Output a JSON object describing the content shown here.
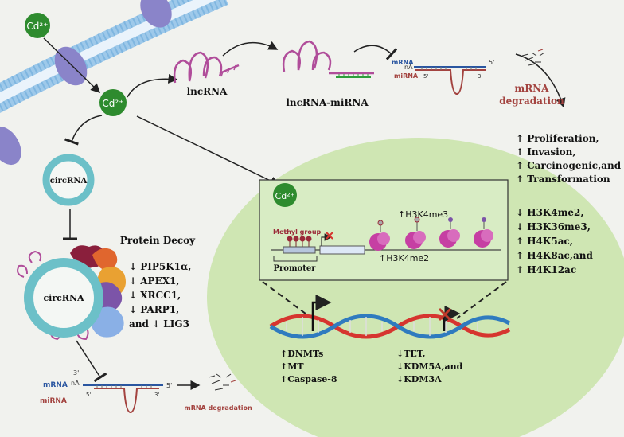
{
  "ions": {
    "outside": "Cd²⁺",
    "inside": "Cd²⁺",
    "nucleus": "Cd²⁺"
  },
  "rna": {
    "lncrna": "lncRNA",
    "lncrna_mirna": "lncRNA-miRNA",
    "circrna_top": "circRNA",
    "circrna_decoy": "circRNA",
    "protein_decoy": "Protein Decoy"
  },
  "duplex_top": {
    "mrna": "mRNA",
    "na": "nA",
    "five": "5'",
    "mirna": "miRNA",
    "five_b": "5'",
    "three_b": "3'"
  },
  "duplex_bottom": {
    "three": "3'",
    "mrna": "mRNA",
    "na": "nA",
    "five": "5'",
    "mirna": "miRNA",
    "five_b": "5'",
    "three_b": "3'"
  },
  "degradation": {
    "top_line1": "mRNA",
    "top_line2": "degradation",
    "bottom": "mRNA degradation"
  },
  "effects": [
    "↑ Proliferation,",
    "↑ Invasion,",
    "↑ Carcinogenic,and",
    "↑ Transformation"
  ],
  "decoy_targets": [
    "↓ PIP5K1α,",
    "↓ APEX1,",
    "↓ XRCC1,",
    "↓ PARP1,",
    "and ↓ LIG3"
  ],
  "histone": [
    "↓ H3K4me2,",
    "↓ H3K36me3,",
    "↑ H4K5ac,",
    "↑ H4K8ac,and",
    "↑ H4K12ac"
  ],
  "inset": {
    "methyl": "Methyl group",
    "promoter": "Promoter",
    "h3k4me3": "↑H3K4me3",
    "h3k4me2": "↑H3K4me2"
  },
  "dna_left": [
    "↑DNMTs",
    "↑MT",
    "↑Caspase-8"
  ],
  "dna_right": [
    "↓TET,",
    "↓KDM5A,and",
    "↓KDM3A"
  ],
  "colors": {
    "membrane": "#7fb6e0",
    "channel": "#8a84c9",
    "cd_green": "#2e8b2e",
    "nucleus": "#cfe6b3",
    "rna": "#b04d9a",
    "circ": "#6cc0c8",
    "mirna": "#a3433f",
    "mrna": "#2a56a0",
    "dna_red": "#d6352f",
    "dna_blue": "#2f7bbf"
  }
}
